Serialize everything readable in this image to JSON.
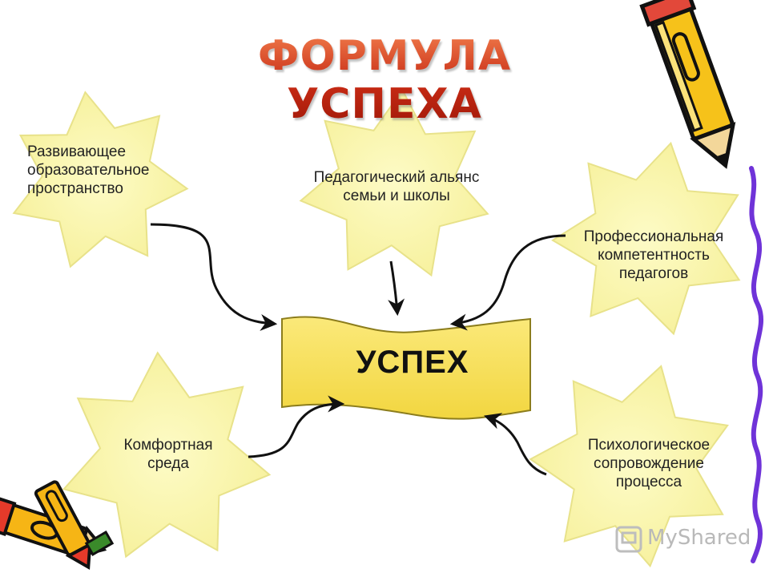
{
  "title": "ФОРМУЛА УСПЕХА",
  "center": "УСПЕХ",
  "nodes": {
    "environment": [
      "Развивающее",
      "образовательное",
      "пространство"
    ],
    "alliance": [
      "Педагогический альянс",
      "семьи и школы"
    ],
    "competence": [
      "Профессиональная",
      "компетентность",
      "педагогов"
    ],
    "comfort": [
      "Комфортная",
      "среда"
    ],
    "psychology": [
      "Психологическое",
      "сопровождение",
      "процесса"
    ]
  },
  "watermark": "MyShared",
  "colors": {
    "star_fill": "#fbf7a6",
    "star_stroke": "#e7e186",
    "banner_fill": "#f8e25a",
    "banner_stroke": "#8a7b1a",
    "title_red": "#c62a14",
    "arrow": "#111111"
  },
  "icons": [
    "pencil-icon",
    "crayons-icon",
    "watermark-logo-icon"
  ]
}
